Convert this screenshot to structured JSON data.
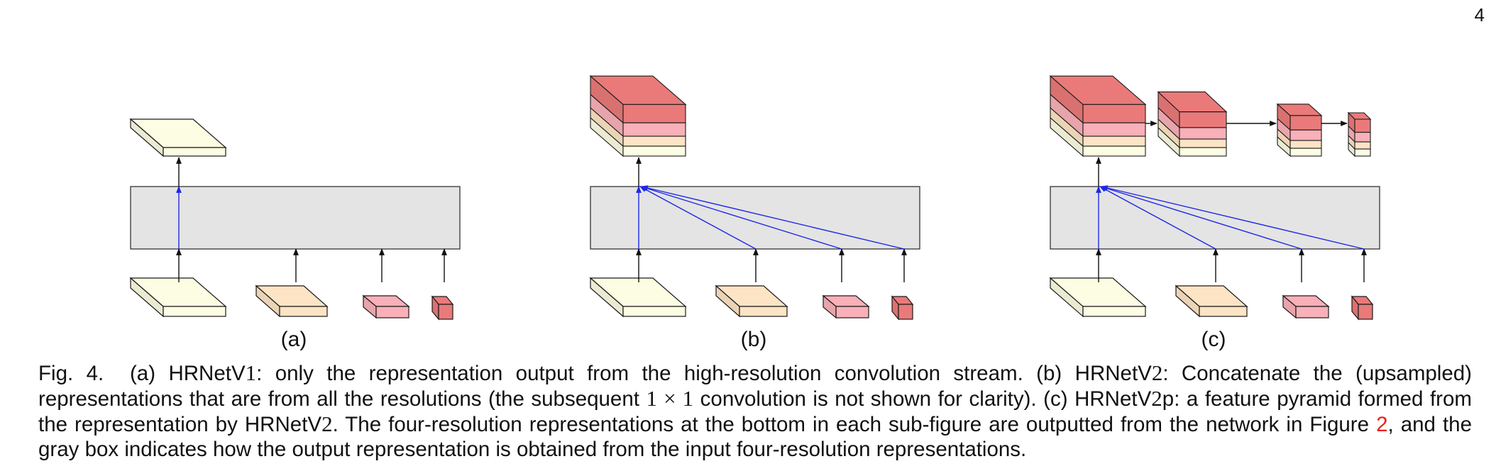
{
  "page_number": "4",
  "colors": {
    "res1": "#fdfde3",
    "res2": "#fde4c4",
    "res3": "#f9b0b8",
    "res4": "#ea7a7a",
    "box": "#e4e4e4",
    "arrow_blue": "#1e28e6",
    "arrow_black": "#111111",
    "ref": "#e8211c"
  },
  "subfigures": [
    {
      "label": "(a)"
    },
    {
      "label": "(b)"
    },
    {
      "label": "(c)"
    }
  ],
  "caption": {
    "fig_label": "Fig. 4.",
    "a_label": "(a)",
    "a_model_prefix": "HRNetV",
    "a_model_num": "1",
    "a_text": ": only the representation output from the high-resolution convolution stream.",
    "b_label": "(b)",
    "b_model_prefix": "HRNetV",
    "b_model_num": "2",
    "b_text_1": ": Concatenate the (upsampled) representations that are from all the resolutions (the subsequent",
    "b_math": "1 × 1",
    "b_text_2": "convolution is not shown for clarity).",
    "c_label": "(c)",
    "c_model_prefix": "HRNetV",
    "c_model_num": "2",
    "c_model_suffix": "p",
    "c_text_1": ": a feature pyramid formed from the representation by HRNetV",
    "c_text_1_num": "2",
    "c_text_2": ". The four-resolution representations at the bottom in each sub-figure are outputted from the network in Figure",
    "ref_number": "2",
    "c_text_3": ", and the gray box indicates how the output representation is obtained from the input four-resolution representations."
  }
}
